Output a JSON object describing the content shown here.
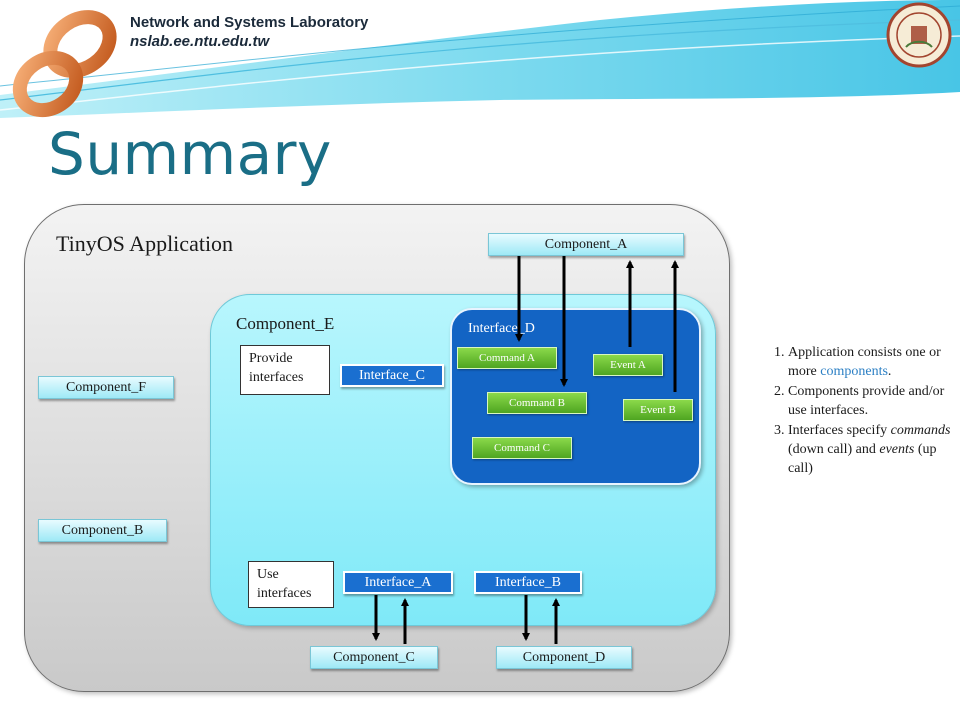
{
  "header": {
    "lab_title": "Network and Systems Laboratory",
    "lab_url": "nslab.ee.ntu.edu.tw"
  },
  "title": "Summary",
  "diagram": {
    "app_label": "TinyOS Application",
    "component_e_label": "Component_E",
    "interface_d_label": "Interface_D",
    "component_a": "Component_A",
    "component_b": "Component_B",
    "component_c": "Component_C",
    "component_d": "Component_D",
    "component_f": "Component_F",
    "provide_label": "Provide interfaces",
    "use_label": "Use interfaces",
    "interface_a": "Interface_A",
    "interface_b": "Interface_B",
    "interface_c": "Interface_C",
    "command_a": "Command A",
    "command_b": "Command B",
    "command_c": "Command C",
    "event_a": "Event A",
    "event_b": "Event B"
  },
  "notes": [
    {
      "pre": "Application consists one or more ",
      "hl": "components",
      "post": "."
    },
    {
      "pre": "Components provide and/or use interfaces.",
      "hl": "",
      "post": ""
    },
    {
      "pre": "Interfaces specify ",
      "em1": "commands",
      "mid": " (down call) and ",
      "em2": "events",
      "post": " (up call)"
    }
  ],
  "colors": {
    "title": "#1a6e86",
    "interface_d": "#1364c4",
    "component_e": "#8aecf9",
    "green": "#5cb22a",
    "highlight": "#2b7fc4"
  },
  "icons": [
    "nslab-logo-icon",
    "ntu-seal-icon"
  ]
}
